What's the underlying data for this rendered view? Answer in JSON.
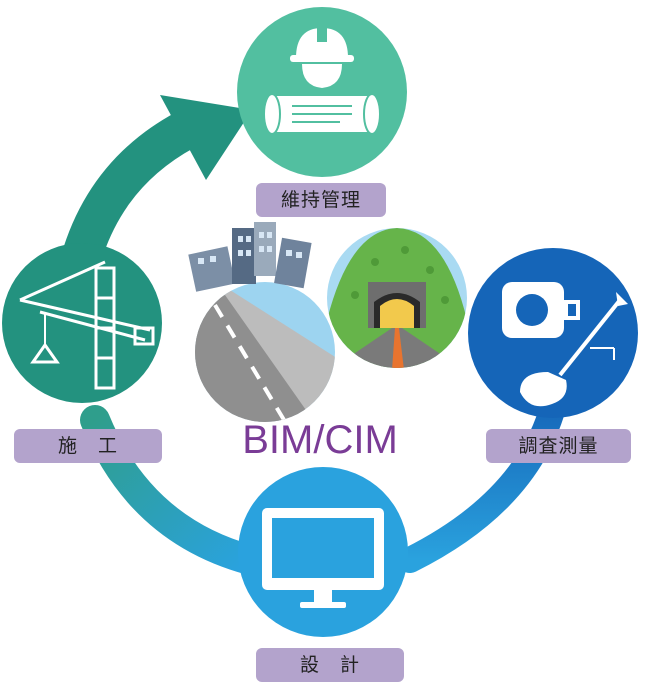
{
  "center": {
    "title": "BIM/CIM"
  },
  "stages": {
    "maintenance": {
      "label": "維持管理"
    },
    "survey": {
      "label": "調査測量"
    },
    "design": {
      "label": "設　計"
    },
    "construction": {
      "label": "施　工"
    }
  },
  "colors": {
    "teal": "#52bfa0",
    "dark_teal": "#23927f",
    "cycle_green": "#2f9e8c",
    "blue": "#1565b8",
    "sky_blue": "#2aa2de",
    "label_bg": "#b3a3cc",
    "title": "#7a3c96"
  },
  "icons": {
    "maintenance": "worker-with-blueprint-icon",
    "survey": "tape-measure-and-shovel-icon",
    "design": "computer-monitor-icon",
    "construction": "tower-crane-icon",
    "center_left": "city-road-icon",
    "center_right": "tunnel-icon"
  }
}
